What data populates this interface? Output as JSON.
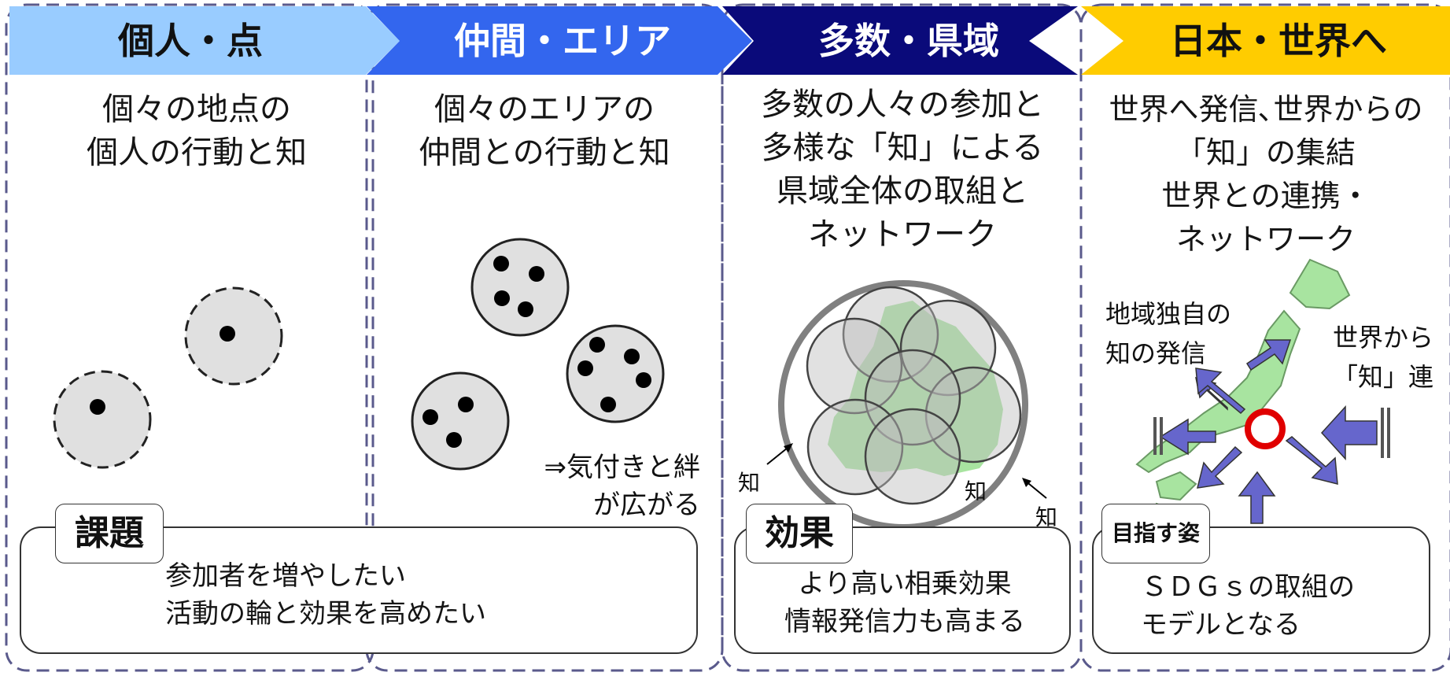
{
  "colors": {
    "stage1": "#99ccff",
    "stage2": "#3366ee",
    "stage3": "#0a0a7a",
    "stage4": "#ffcc00",
    "dashed_border": "#5a5a8c",
    "japan_green": "#a8e4a0",
    "arrow_blue": "#6666cc",
    "target_red": "#e00000"
  },
  "stages": [
    {
      "title": "個人・点",
      "description": "個々の地点の\n個人の行動と知"
    },
    {
      "title": "仲間・エリア",
      "description": "個々のエリアの\n仲間との行動と知"
    },
    {
      "title": "多数・県域",
      "description": "多数の人々の参加と\n多様な「知」による\n県域全体の取組と\nネットワーク"
    },
    {
      "title": "日本・世界へ",
      "description": "世界へ発信､世界からの\n「知」の集結\n世界との連携・\nネットワーク"
    }
  ],
  "annotations": {
    "awareness": "⇒気付きと絆\nが広がる",
    "chi_labels": [
      "知",
      "知",
      "知"
    ],
    "local_knowledge": "地域独自の\n知の発信",
    "from_world": "世界から\n「知」連"
  },
  "boxes": {
    "issue": {
      "title": "課題",
      "body": "参加者を増やしたい\n活動の輪と効果を高めたい"
    },
    "effect": {
      "title": "効果",
      "body": "より高い相乗効果\n情報発信力も高まる"
    },
    "goal": {
      "title": "目指す姿",
      "body": "ＳＤＧｓの取組の\nモデルとなる"
    }
  }
}
